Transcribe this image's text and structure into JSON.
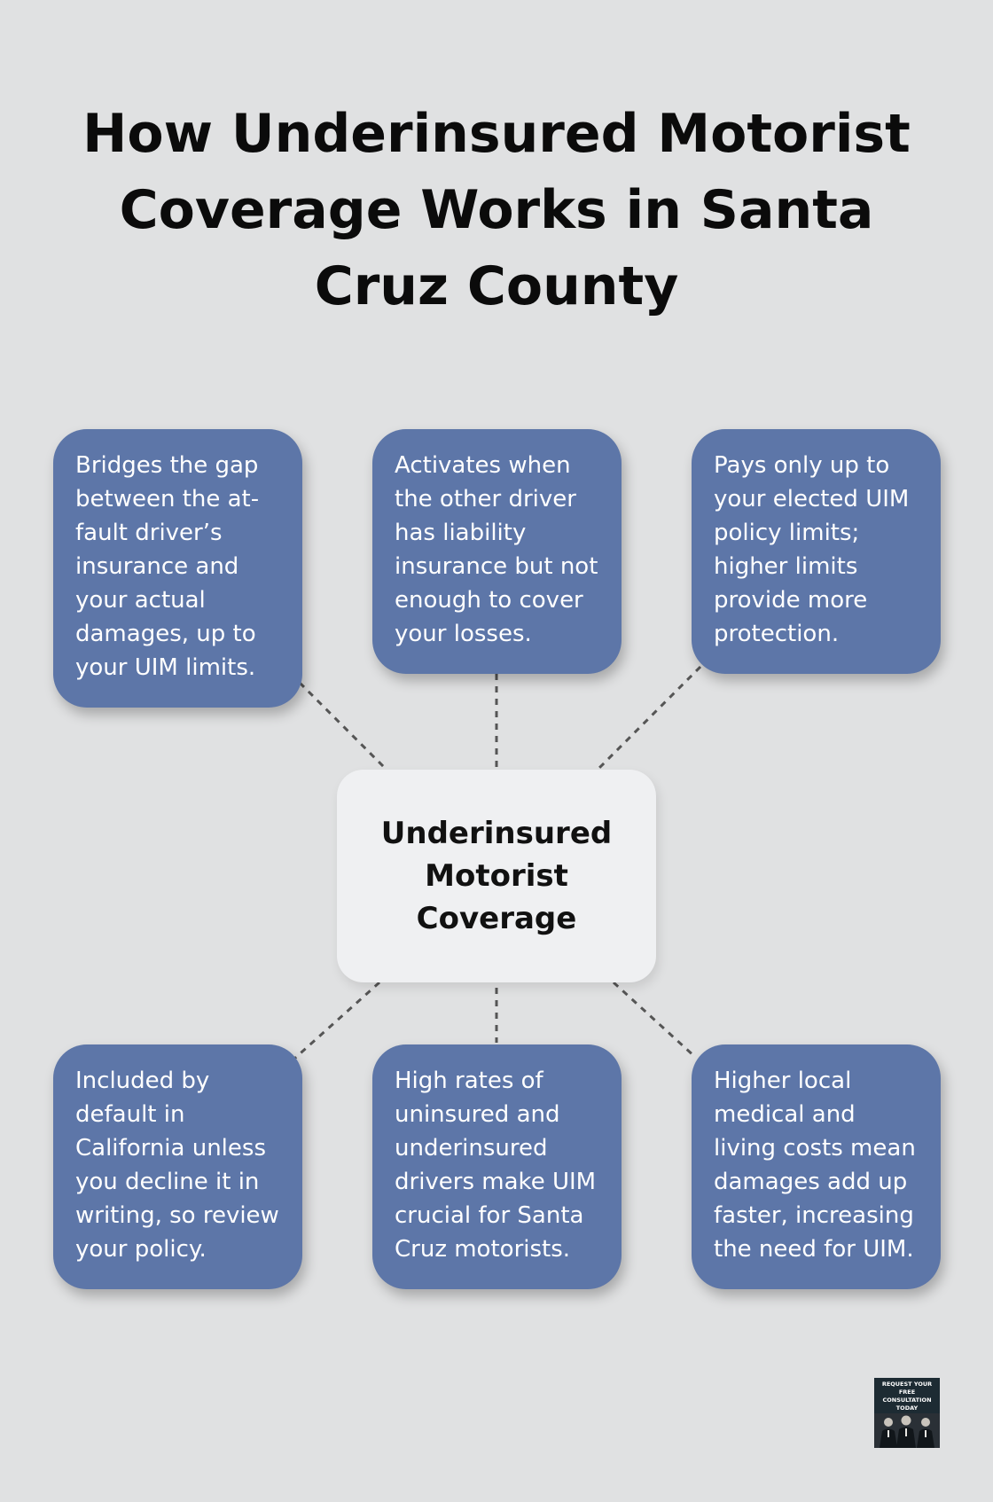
{
  "title": "How Underinsured Motorist Coverage Works in Santa Cruz County",
  "center_label": "Underinsured Motorist Coverage",
  "boxes": {
    "top_left": "Bridges the gap between the at-fault driver’s insurance and your actual damages, up to your UIM limits.",
    "top_center": "Activates when the other driver has liability insurance but not enough to cover your losses.",
    "top_right": "Pays only up to your elected UIM policy limits; higher limits provide more protection.",
    "bottom_left": "Included by default in California unless you decline it in writing, so review your policy.",
    "bottom_center": "High rates of uninsured and underinsured drivers make UIM crucial for Santa Cruz motorists.",
    "bottom_right": "Higher local medical and living costs mean damages add up faster, increasing the need for UIM."
  },
  "logo": {
    "text": "REQUEST YOUR FREE CONSULTATION TODAY"
  },
  "colors": {
    "background": "#e0e1e2",
    "box_fill": "#5d76a8",
    "center_fill": "#eff0f2",
    "connector": "#555555"
  }
}
